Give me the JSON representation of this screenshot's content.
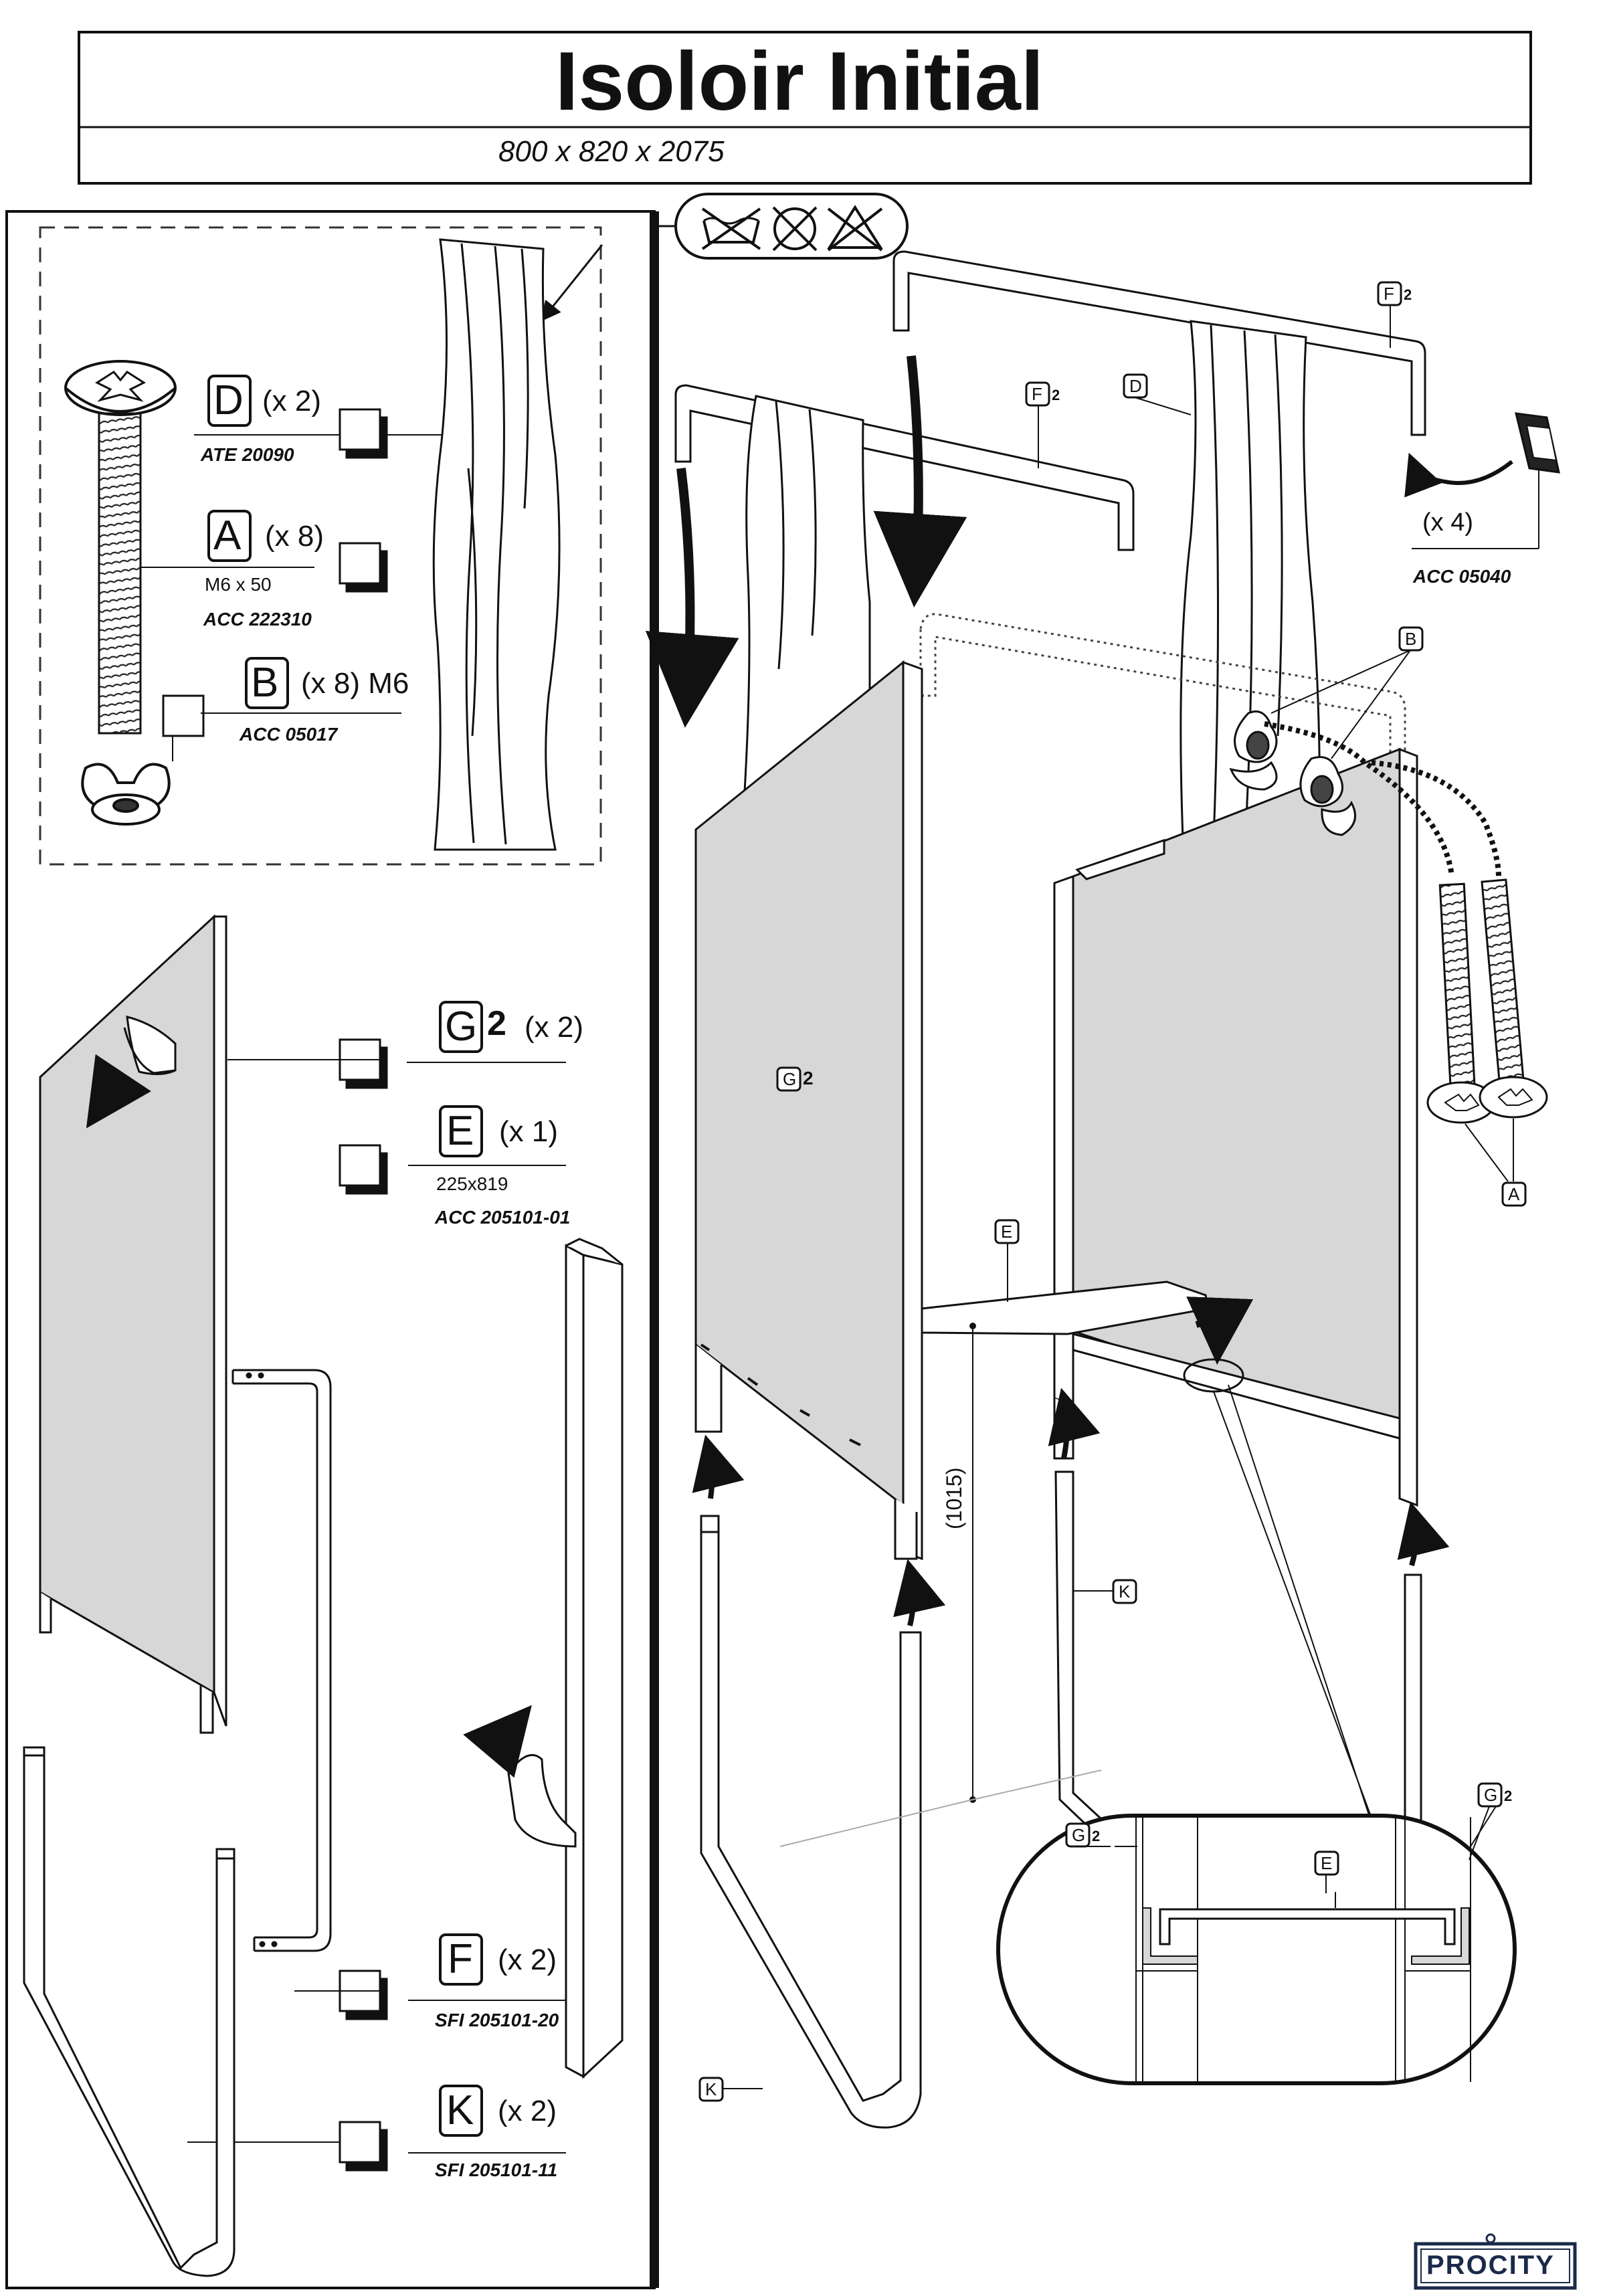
{
  "header": {
    "title": "Isoloir  Initial",
    "dimensions": "800 x 820 x 2075"
  },
  "care_symbols": [
    "no-washing-icon",
    "no-dry-cleaning-icon",
    "no-bleach-icon"
  ],
  "parts": {
    "D": {
      "letter": "D",
      "qty": "(x 2)",
      "ref": "ATE 20090"
    },
    "A": {
      "letter": "A",
      "qty": "(x 8)",
      "spec": "M6 x 50",
      "ref": "ACC 222310"
    },
    "B": {
      "letter": "B",
      "qty": "(x 8) M6",
      "ref": "ACC 05017"
    },
    "G": {
      "letter": "G",
      "number": "2",
      "qty": "(x 2)"
    },
    "E": {
      "letter": "E",
      "qty": "(x 1)",
      "spec": "225x819",
      "ref": "ACC 205101-01"
    },
    "F": {
      "letter": "F",
      "qty": "(x 2)",
      "ref": "SFI 205101-20"
    },
    "K": {
      "letter": "K",
      "qty": "(x 2)",
      "ref": "SFI 205101-11"
    }
  },
  "assembly": {
    "f2_right": {
      "letter": "F",
      "num": "2"
    },
    "f2_left": {
      "letter": "F",
      "num": "2"
    },
    "d_label": "D",
    "b_label": "B",
    "a_label": "A",
    "e_label": "E",
    "k_label_right": "K",
    "k_label_left": "K",
    "g2_panel": {
      "letter": "G",
      "num": "2"
    },
    "g2_detail_left": {
      "letter": "G",
      "num": "2"
    },
    "g2_detail_right": {
      "letter": "G",
      "num": "2"
    },
    "e_detail": "E",
    "height_dim": "(1015)",
    "foot_qty": "(x 4)",
    "foot_ref": "ACC 05040"
  },
  "brand": {
    "logo": "PROCITY",
    "color": "#1b2a4a"
  }
}
